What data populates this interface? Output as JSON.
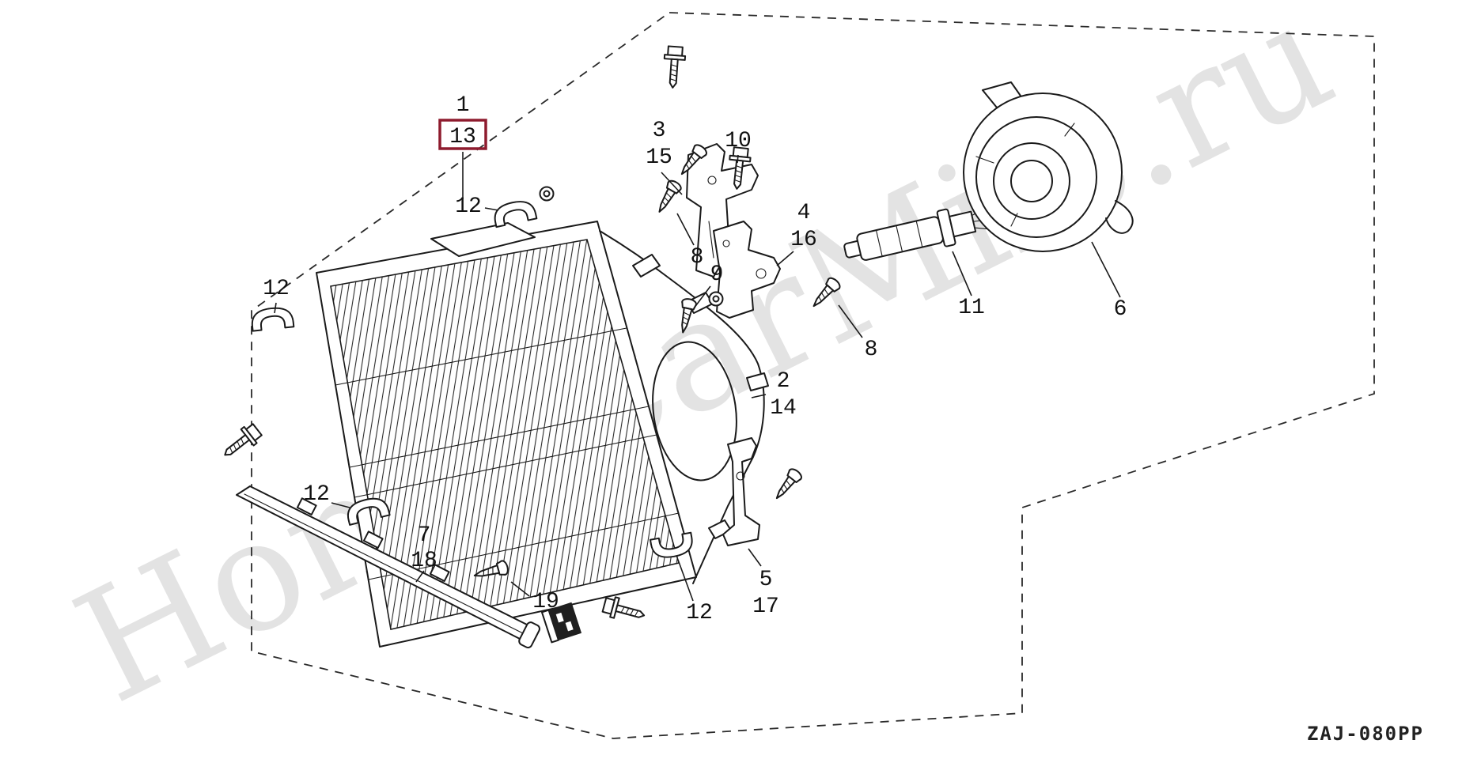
{
  "diagram": {
    "code": "ZAJ-080PP",
    "watermark": "HondaCarMile.ru",
    "highlight_color": "#8e1b2e",
    "line_color": "#1a1a1a",
    "watermark_color": "#e3e3e3",
    "background": "#ffffff",
    "labels": [
      {
        "id": "1",
        "text": "1"
      },
      {
        "id": "13",
        "text": "13",
        "highlighted": true
      },
      {
        "id": "12-top",
        "text": "12"
      },
      {
        "id": "3",
        "text": "3"
      },
      {
        "id": "15",
        "text": "15"
      },
      {
        "id": "10",
        "text": "10"
      },
      {
        "id": "8-upper",
        "text": "8"
      },
      {
        "id": "4",
        "text": "4"
      },
      {
        "id": "16",
        "text": "16"
      },
      {
        "id": "9",
        "text": "9"
      },
      {
        "id": "8-right",
        "text": "8"
      },
      {
        "id": "2",
        "text": "2"
      },
      {
        "id": "14",
        "text": "14"
      },
      {
        "id": "11",
        "text": "11"
      },
      {
        "id": "6",
        "text": "6"
      },
      {
        "id": "12-left",
        "text": "12"
      },
      {
        "id": "12-lower-left",
        "text": "12"
      },
      {
        "id": "7",
        "text": "7"
      },
      {
        "id": "18",
        "text": "18"
      },
      {
        "id": "19",
        "text": "19"
      },
      {
        "id": "12-lower-right",
        "text": "12"
      },
      {
        "id": "5",
        "text": "5"
      },
      {
        "id": "17",
        "text": "17"
      }
    ]
  }
}
